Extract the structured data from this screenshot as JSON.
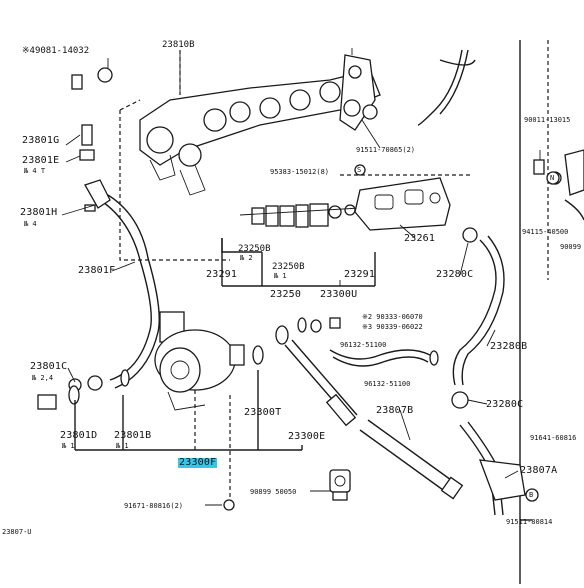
{
  "labels": {
    "l_90341": "※49081-14032",
    "l_23810b_top": "23810B",
    "l_23801g": "23801G",
    "l_23801e": "23801E",
    "l_23801e_note": "№ 4 T",
    "l_23801h": "23801H",
    "l_23801h_note": "№ 4",
    "l_23801f": "23801F",
    "l_23801c": "23801C",
    "l_23801c_note": "№ 2,4",
    "l_23801d": "23801D",
    "l_23801d_note": "№ 1",
    "l_23801b": "23801B",
    "l_23801b_note": "№ 1",
    "l_23300f": "23300F",
    "l_91671": "91671-80816(2)",
    "l_90899": "90899 50050",
    "l_91511_top": "91511-70865(2)",
    "l_95383": "95383-15012(8)",
    "l_23250b_a": "23250B",
    "l_23250b_a_note": "№ 2",
    "l_23250b_b": "23250B",
    "l_23250b_b_note": "№ 1",
    "l_23291_left": "23291",
    "l_23250": "23250",
    "l_23300u": "23300U",
    "l_23291_right": "23291",
    "l_23261": "23261",
    "l_23280c": "23280C",
    "l_90333": "※2 90333-06070",
    "l_90339": "※3 90339-06022",
    "l_96132": "96132-51100",
    "l_96132b": "96132-51100",
    "l_23280b": "23280B",
    "l_23280c2": "23280C",
    "l_23300t": "23300T",
    "l_23300e": "23300E",
    "l_23807b": "23807B",
    "l_91641": "91641-60816",
    "l_23807a": "23807A",
    "l_91511_bot": "91511-80814",
    "l_23807u": "23807-U",
    "l_90011": "90011-13015",
    "l_94115": "94115-40500",
    "l_90099": "90099",
    "l_n": "N",
    "l_s": "S",
    "l_b": "B"
  },
  "colors": {
    "line": "#1a1a1a",
    "highlight": "#39c6e6",
    "background": "#ffffff"
  }
}
